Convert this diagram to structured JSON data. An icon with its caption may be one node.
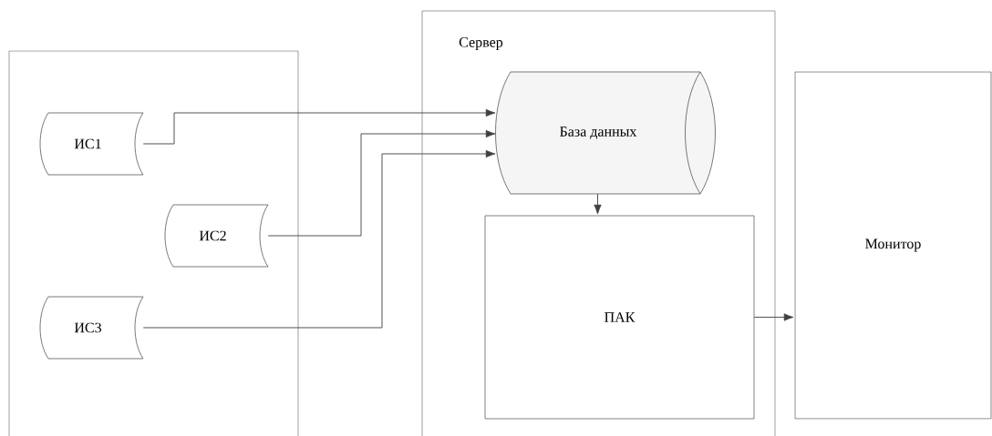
{
  "diagram": {
    "nodes": [
      {
        "text": [],
        "shape": "box"
      },
      {
        "text": [
          "ИС1"
        ],
        "in": 0
      },
      {
        "text": [
          "ИС2"
        ],
        "in": 0
      },
      {
        "text": [
          "ИС3"
        ],
        "in": 0
      },
      {
        "text": [
          "Сервер"
        ]
      },
      {
        "text": [
          "База данных"
        ],
        "in": 4
      },
      {
        "text": [
          "ПАК"
        ],
        "in": 4
      },
      {
        "text": [
          "Монитор"
        ]
      }
    ],
    "edges": [
      {
        "from": 1,
        "to": 5,
        "arrow": "to"
      },
      {
        "from": 2,
        "to": 5,
        "arrow": "to"
      },
      {
        "from": 3,
        "to": 5,
        "arrow": "to"
      },
      {
        "from": 5,
        "to": 6,
        "arrow": "to"
      },
      {
        "from": 6,
        "to": 7,
        "arrow": "to"
      }
    ]
  }
}
